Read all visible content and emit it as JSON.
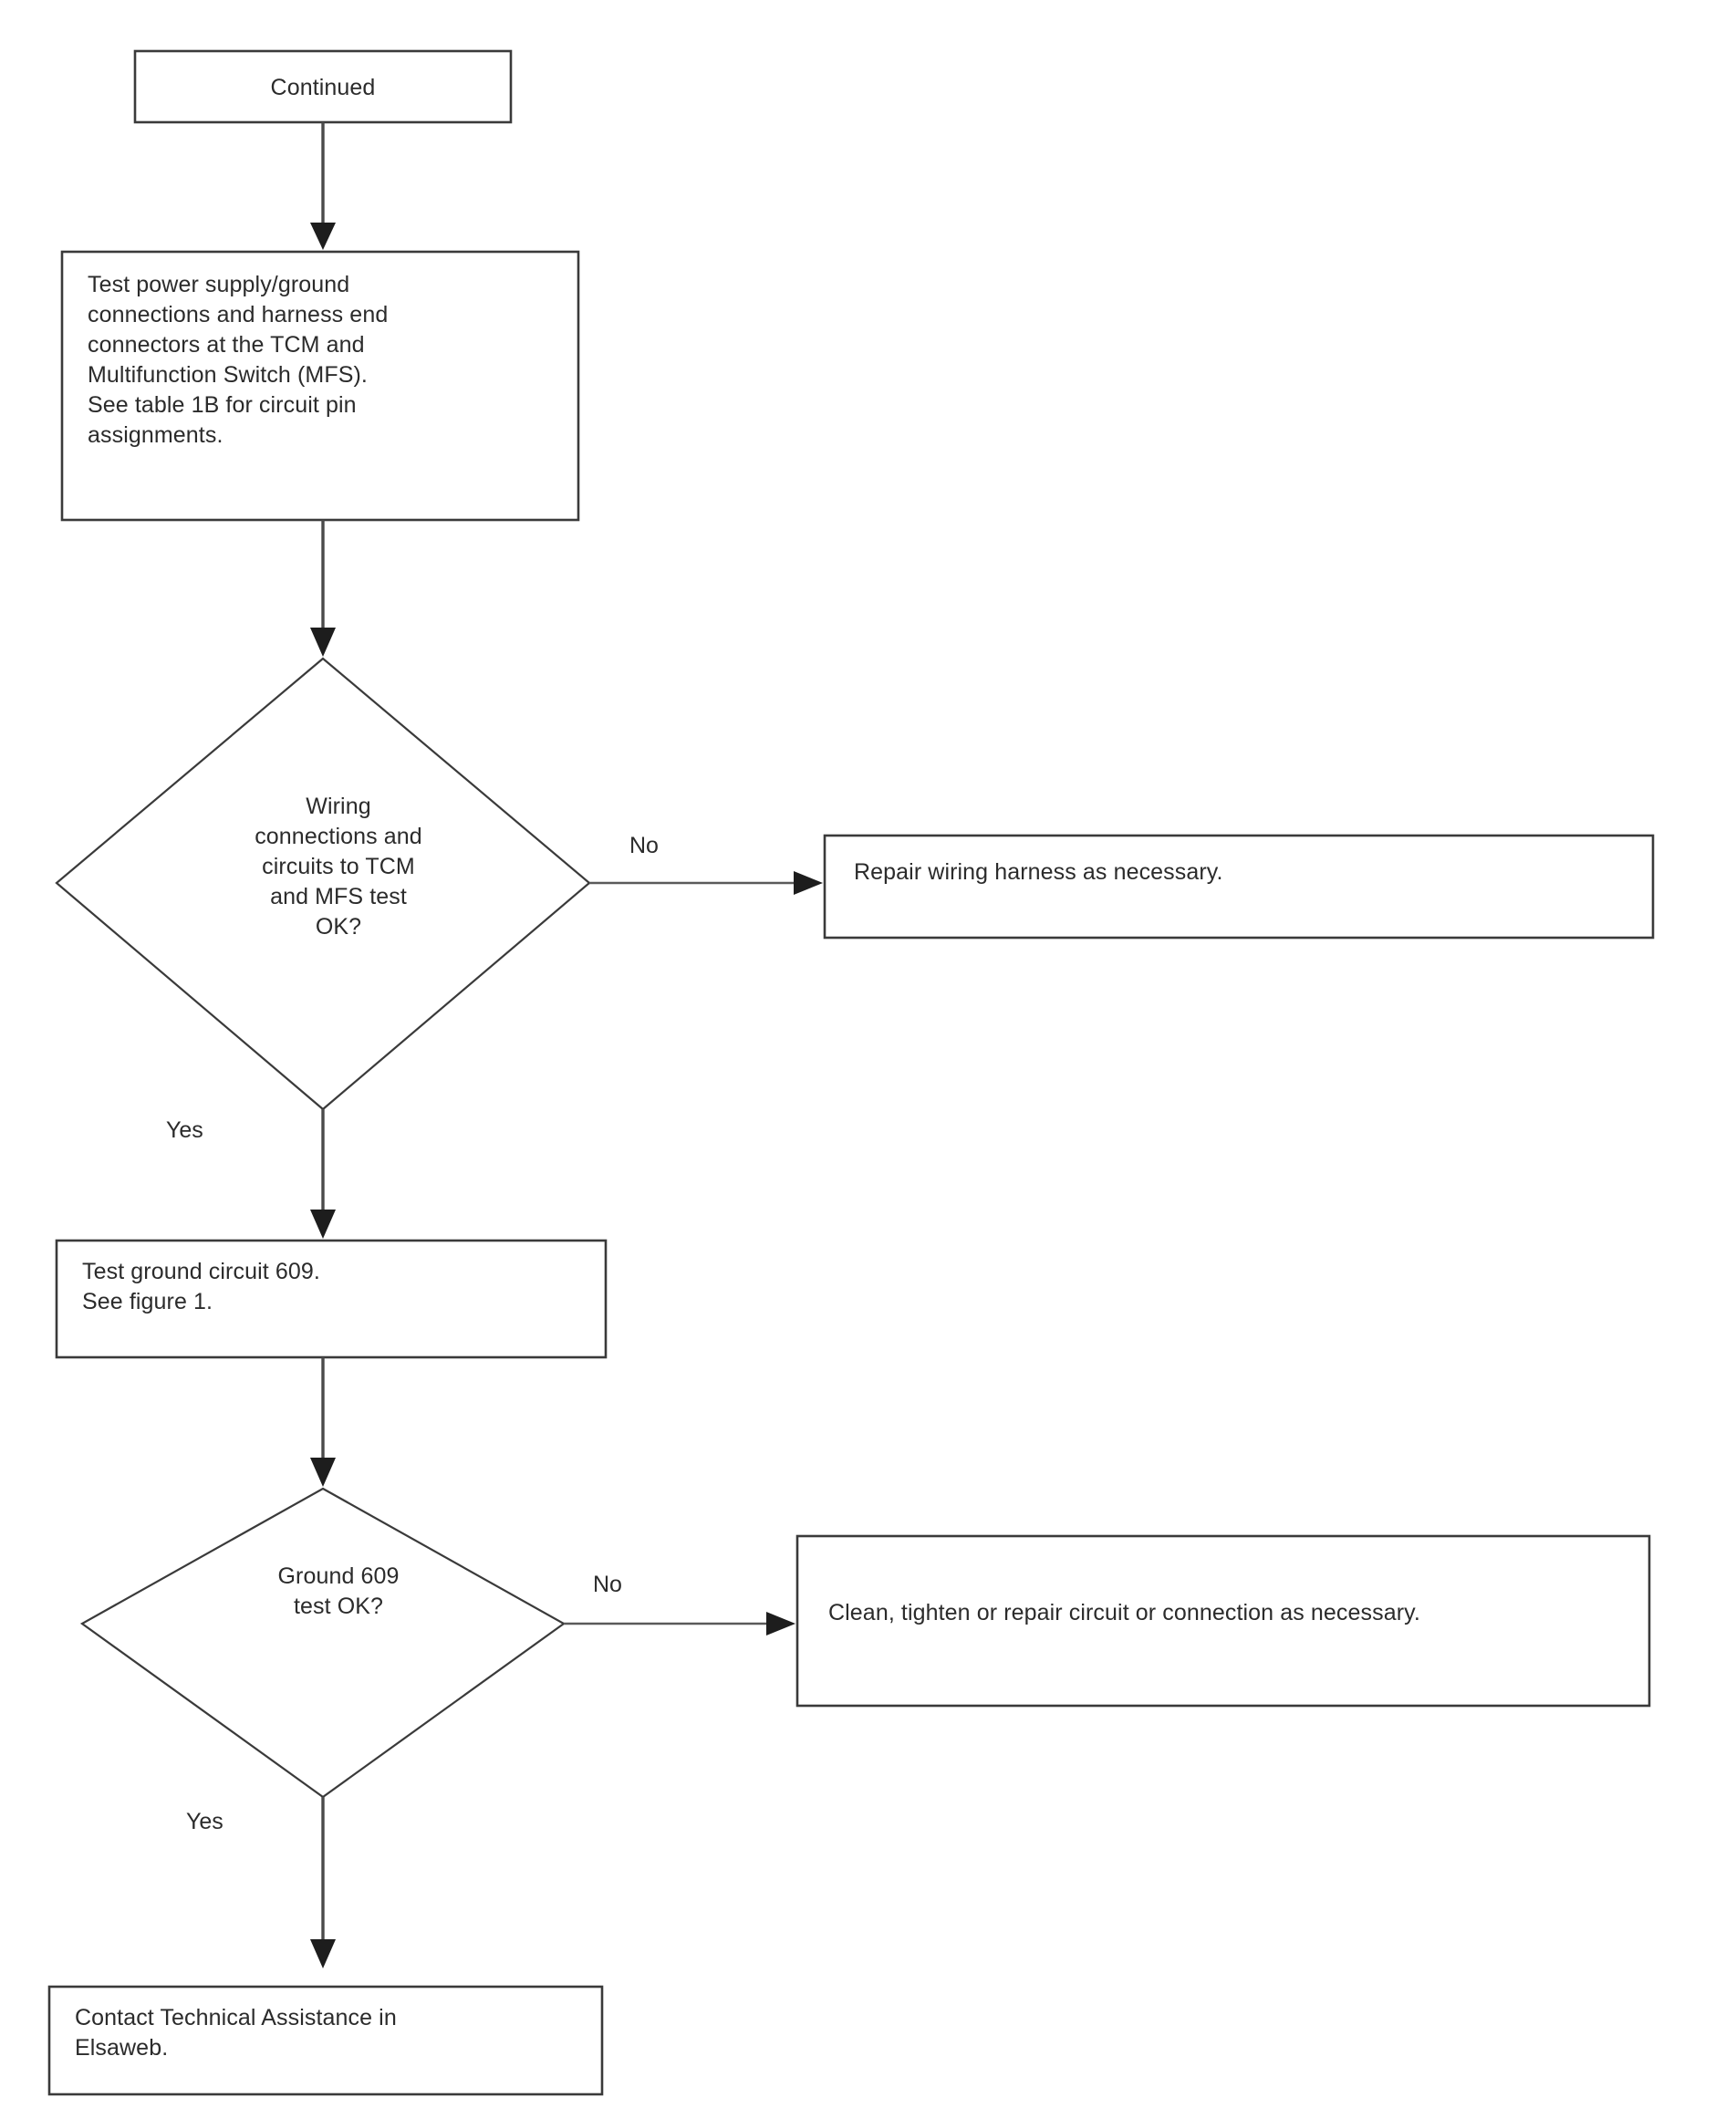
{
  "diagram": {
    "title": "Diagnostic flowchart continuation",
    "colors": {
      "background": "#ffffff",
      "box_stroke": "#3a3a3a",
      "connector": "#4a4a4a",
      "text": "#2b2b2b"
    },
    "nodes": [
      {
        "id": "continued",
        "type": "process",
        "text": "Continued",
        "align": "center"
      },
      {
        "id": "test-power-supply",
        "type": "process",
        "text": "Test power supply/ground\nconnections and harness end\nconnectors at the TCM and\nMultifunction Switch (MFS).\nSee table 1B for circuit pin\nassignments.",
        "align": "left"
      },
      {
        "id": "wiring-decision",
        "type": "decision",
        "text": "Wiring\nconnections and\ncircuits to TCM\nand MFS test\nOK?",
        "align": "center"
      },
      {
        "id": "repair-wiring-harness",
        "type": "process",
        "text": "Repair wiring harness as necessary.",
        "align": "left"
      },
      {
        "id": "test-ground-circuit",
        "type": "process",
        "text": "Test ground circuit 609.\nSee figure 1.",
        "align": "left"
      },
      {
        "id": "ground-decision",
        "type": "decision",
        "text": "Ground 609\ntest OK?",
        "align": "center"
      },
      {
        "id": "clean-tighten-repair",
        "type": "process",
        "text": "Clean, tighten or repair circuit or connection as necessary.",
        "align": "left"
      },
      {
        "id": "contact-technical-assistance",
        "type": "process",
        "text": "Contact Technical Assistance in\nElsaweb.",
        "align": "left"
      }
    ],
    "edge_labels": {
      "wiring_no": "No",
      "wiring_yes": "Yes",
      "ground_no": "No",
      "ground_yes": "Yes"
    }
  }
}
